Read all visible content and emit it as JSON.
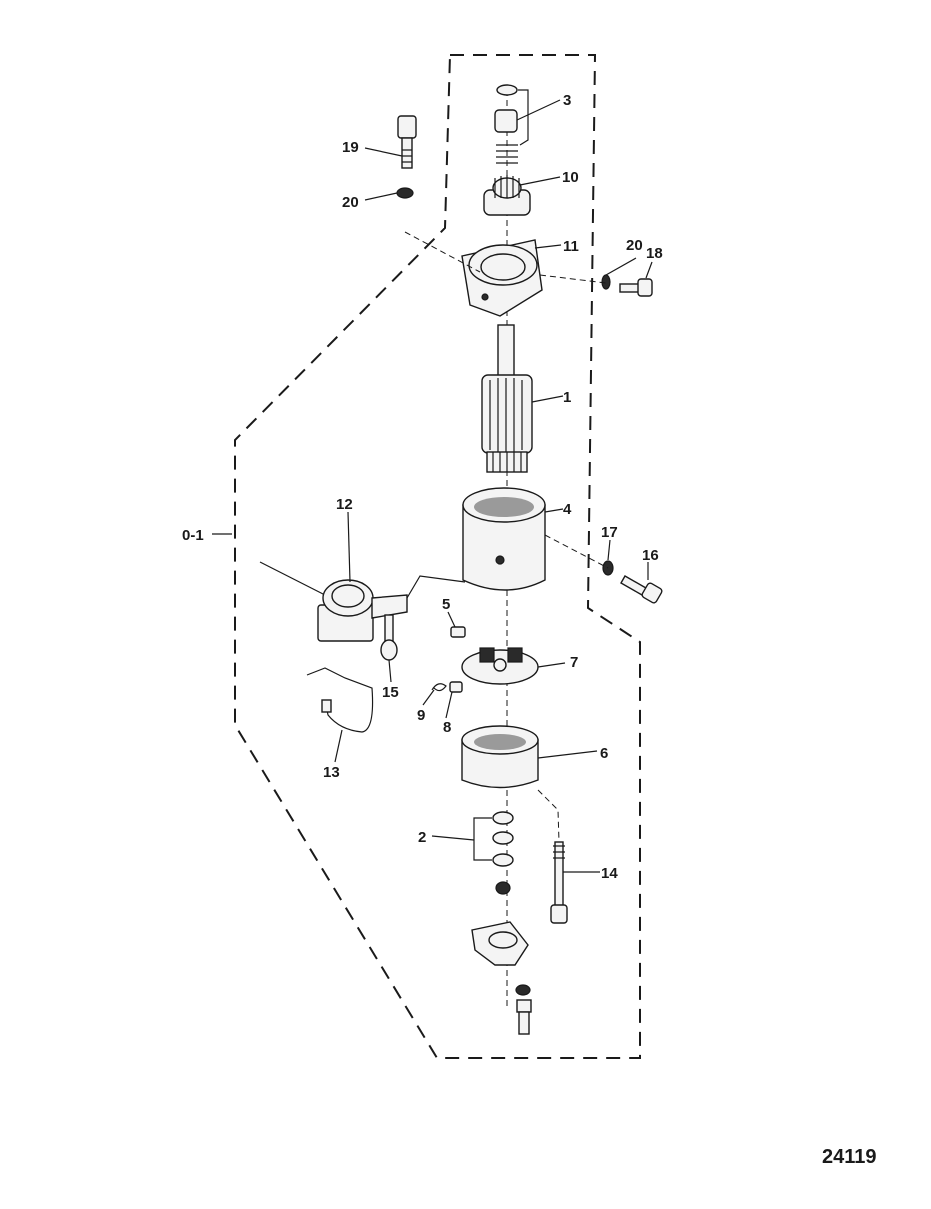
{
  "figure_number": "24119",
  "assembly_label": "0-1",
  "callouts": {
    "c1": "1",
    "c2": "2",
    "c3": "3",
    "c4": "4",
    "c5": "5",
    "c6": "6",
    "c7": "7",
    "c8": "8",
    "c9": "9",
    "c10": "10",
    "c11": "11",
    "c12": "12",
    "c13": "13",
    "c14": "14",
    "c15": "15",
    "c16": "16",
    "c17": "17",
    "c18": "18",
    "c19": "19",
    "c20a": "20",
    "c20b": "20"
  }
}
